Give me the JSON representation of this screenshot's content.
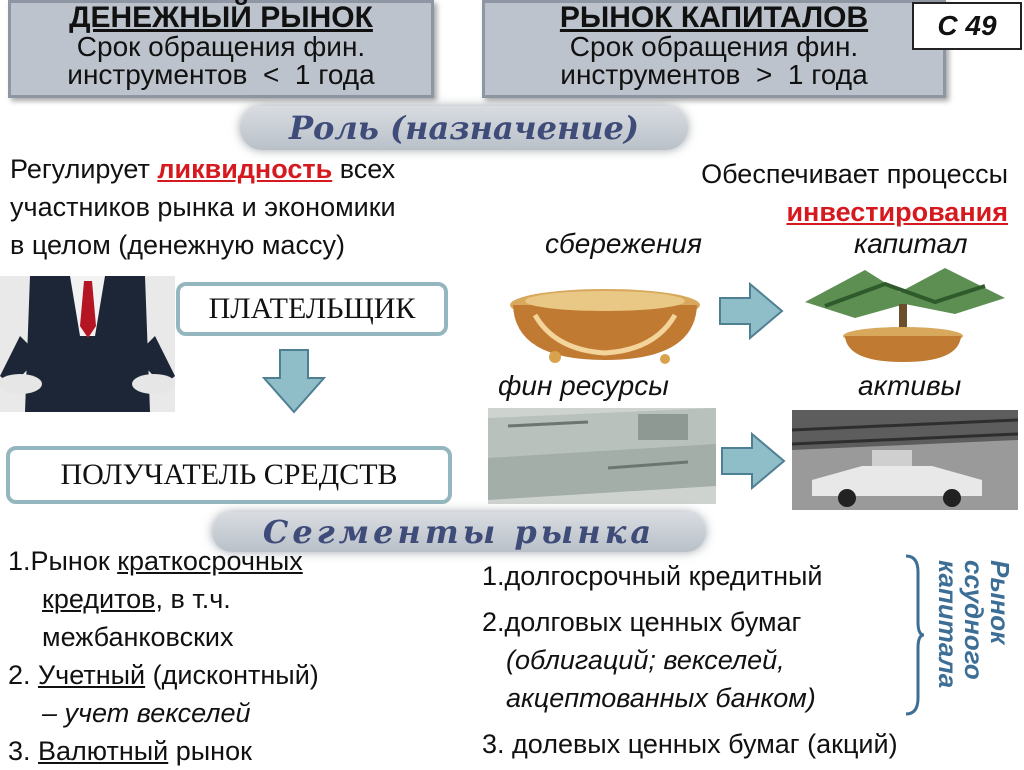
{
  "header": {
    "money_market": {
      "title": "ДЕНЕЖНЫЙ РЫНОК",
      "line1": "Срок обращения фин.",
      "line2": "инструментов  <  1 года"
    },
    "capital_market": {
      "title": "РЫНОК КАПИТАЛОВ",
      "line1": "Срок обращения фин.",
      "line2": "инструментов  >  1 года"
    },
    "page_badge": "С 49"
  },
  "role_heading": "Роль (назначение)",
  "left_role": {
    "part1": "Регулирует ",
    "highlight": "ликвидность",
    "part2": " всех",
    "line2": "участников рынка и экономики",
    "line3": "в целом (денежную массу)"
  },
  "right_role": {
    "line1": "Обеспечивает процессы",
    "highlight": "инвестирования"
  },
  "flow": {
    "payer": "ПЛАТЕЛЬЩИК",
    "receiver": "ПОЛУЧАТЕЛЬ СРЕДСТВ"
  },
  "labels": {
    "savings": "сбережения",
    "capital": "капитал",
    "fin_resources": "фин ресурсы",
    "assets": "активы"
  },
  "segments_heading": "Сегменты рынка",
  "left_list": {
    "item1_num": "1.Рынок ",
    "item1_u": "краткосрочных",
    "item1_line2_u": "кредитов,",
    "item1_line2_rest": " в т.ч.",
    "item1_line3": "межбанковских",
    "item2_num": "2. ",
    "item2_u": "Учетный",
    "item2_rest": " (дисконтный)",
    "item2_sub": "–  учет векселей",
    "item3_num": "3. ",
    "item3_u": "Валютный",
    "item3_rest": " рынок"
  },
  "right_list": {
    "item1": "1.долгосрочный кредитный",
    "item2": "2.долговых ценных бумаг",
    "item2_sub1": "(облигаций; векселей,",
    "item2_sub2": "акцептованных банком)",
    "item3": "3. долевых ценных бумаг (акций)"
  },
  "vertical_label": {
    "line1": "Рынок",
    "line2": "ссудного",
    "line3": "капитала"
  }
}
